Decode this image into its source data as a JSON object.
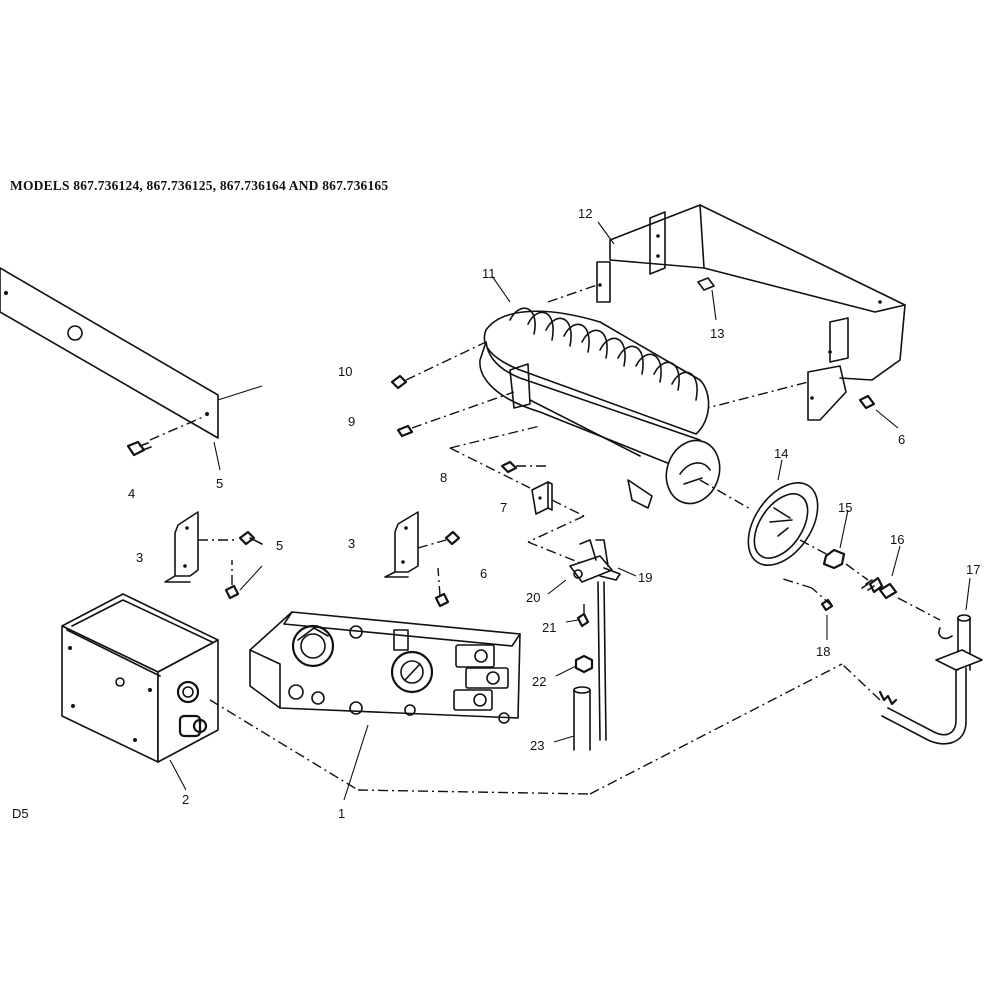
{
  "title": "MODELS 867.736124, 867.736125, 867.736164 AND 867.736165",
  "page_code": "D5",
  "callouts": [
    "1",
    "2",
    "3",
    "3",
    "4",
    "5",
    "5",
    "6",
    "6",
    "7",
    "8",
    "9",
    "10",
    "11",
    "12",
    "13",
    "14",
    "15",
    "16",
    "17",
    "18",
    "19",
    "20",
    "21",
    "22",
    "23"
  ]
}
